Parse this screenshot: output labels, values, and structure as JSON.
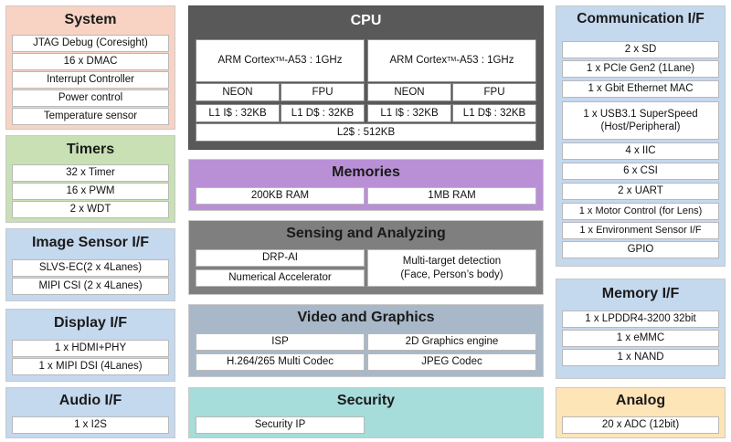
{
  "colors": {
    "system": "#f8d3c3",
    "timers": "#c8e0b4",
    "blue": "#c4d8ee",
    "cpu": "#595959",
    "memories": "#b990d6",
    "sensing": "#7f7f7f",
    "video": "#a8b8c8",
    "security": "#a6dcda",
    "analog": "#fde5b8"
  },
  "system": {
    "title": "System",
    "items": [
      "JTAG Debug (Coresight)",
      "16 x DMAC",
      "Interrupt Controller",
      "Power control",
      "Temperature sensor"
    ]
  },
  "timers": {
    "title": "Timers",
    "items": [
      "32 x Timer",
      "16 x PWM",
      "2 x WDT"
    ]
  },
  "image_sensor": {
    "title": "Image Sensor I/F",
    "items": [
      "SLVS-EC(2 x 4Lanes)",
      "MIPI CSI (2 x 4Lanes)"
    ]
  },
  "display": {
    "title": "Display I/F",
    "items": [
      "1 x HDMI+PHY",
      "1 x MIPI DSI (4Lanes)"
    ]
  },
  "audio": {
    "title": "Audio I/F",
    "items": [
      "1 x I2S"
    ]
  },
  "cpu": {
    "title": "CPU",
    "cores": [
      {
        "name": "ARM Cortex",
        "tm": "TM",
        "suffix": "-A53 : 1GHz"
      },
      {
        "name": "ARM Cortex",
        "tm": "TM",
        "suffix": "-A53 : 1GHz"
      }
    ],
    "units": [
      "NEON",
      "FPU",
      "NEON",
      "FPU"
    ],
    "caches": [
      "L1 I$ : 32KB",
      "L1 D$ : 32KB",
      "L1 I$ : 32KB",
      "L1 D$ : 32KB"
    ],
    "l2": "L2$ : 512KB"
  },
  "memories": {
    "title": "Memories",
    "items": [
      "200KB RAM",
      "1MB RAM"
    ]
  },
  "sensing": {
    "title": "Sensing and Analyzing",
    "items": [
      "DRP-AI",
      "Numerical Accelerator",
      "Multi-target detection\n(Face, Person’s body)"
    ]
  },
  "video": {
    "title": "Video and Graphics",
    "items": [
      "ISP",
      "2D Graphics engine",
      "H.264/265 Multi Codec",
      "JPEG Codec"
    ]
  },
  "security": {
    "title": "Security",
    "items": [
      "Security IP"
    ]
  },
  "comm": {
    "title": "Communication I/F",
    "items": [
      "2 x SD",
      "1 x PCIe Gen2 (1Lane)",
      "1 x Gbit Ethernet MAC",
      "1 x USB3.1 SuperSpeed\n(Host/Peripheral)",
      "4 x IIC",
      "6 x CSI",
      "2 x UART",
      "1 x Motor Control (for Lens)",
      "1 x Environment Sensor I/F",
      "GPIO"
    ]
  },
  "memory_if": {
    "title": "Memory I/F",
    "items": [
      "1 x LPDDR4-3200 32bit",
      "1 x eMMC",
      "1 x NAND"
    ]
  },
  "analog": {
    "title": "Analog",
    "items": [
      "20 x ADC (12bit)"
    ]
  }
}
